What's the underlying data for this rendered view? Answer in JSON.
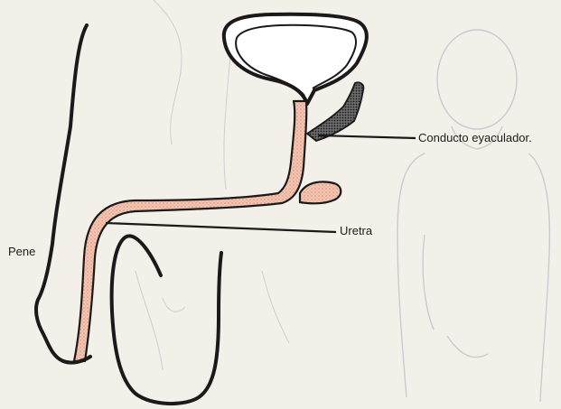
{
  "labels": {
    "conducto": "Conducto eyaculador.",
    "uretra": "Uretra",
    "pene": "Pene"
  },
  "colors": {
    "background": "#f3efe9",
    "ink": "#1b1919",
    "urethra_fill": "#f2c6b3",
    "faint_sketch": "#c9c9d0"
  }
}
